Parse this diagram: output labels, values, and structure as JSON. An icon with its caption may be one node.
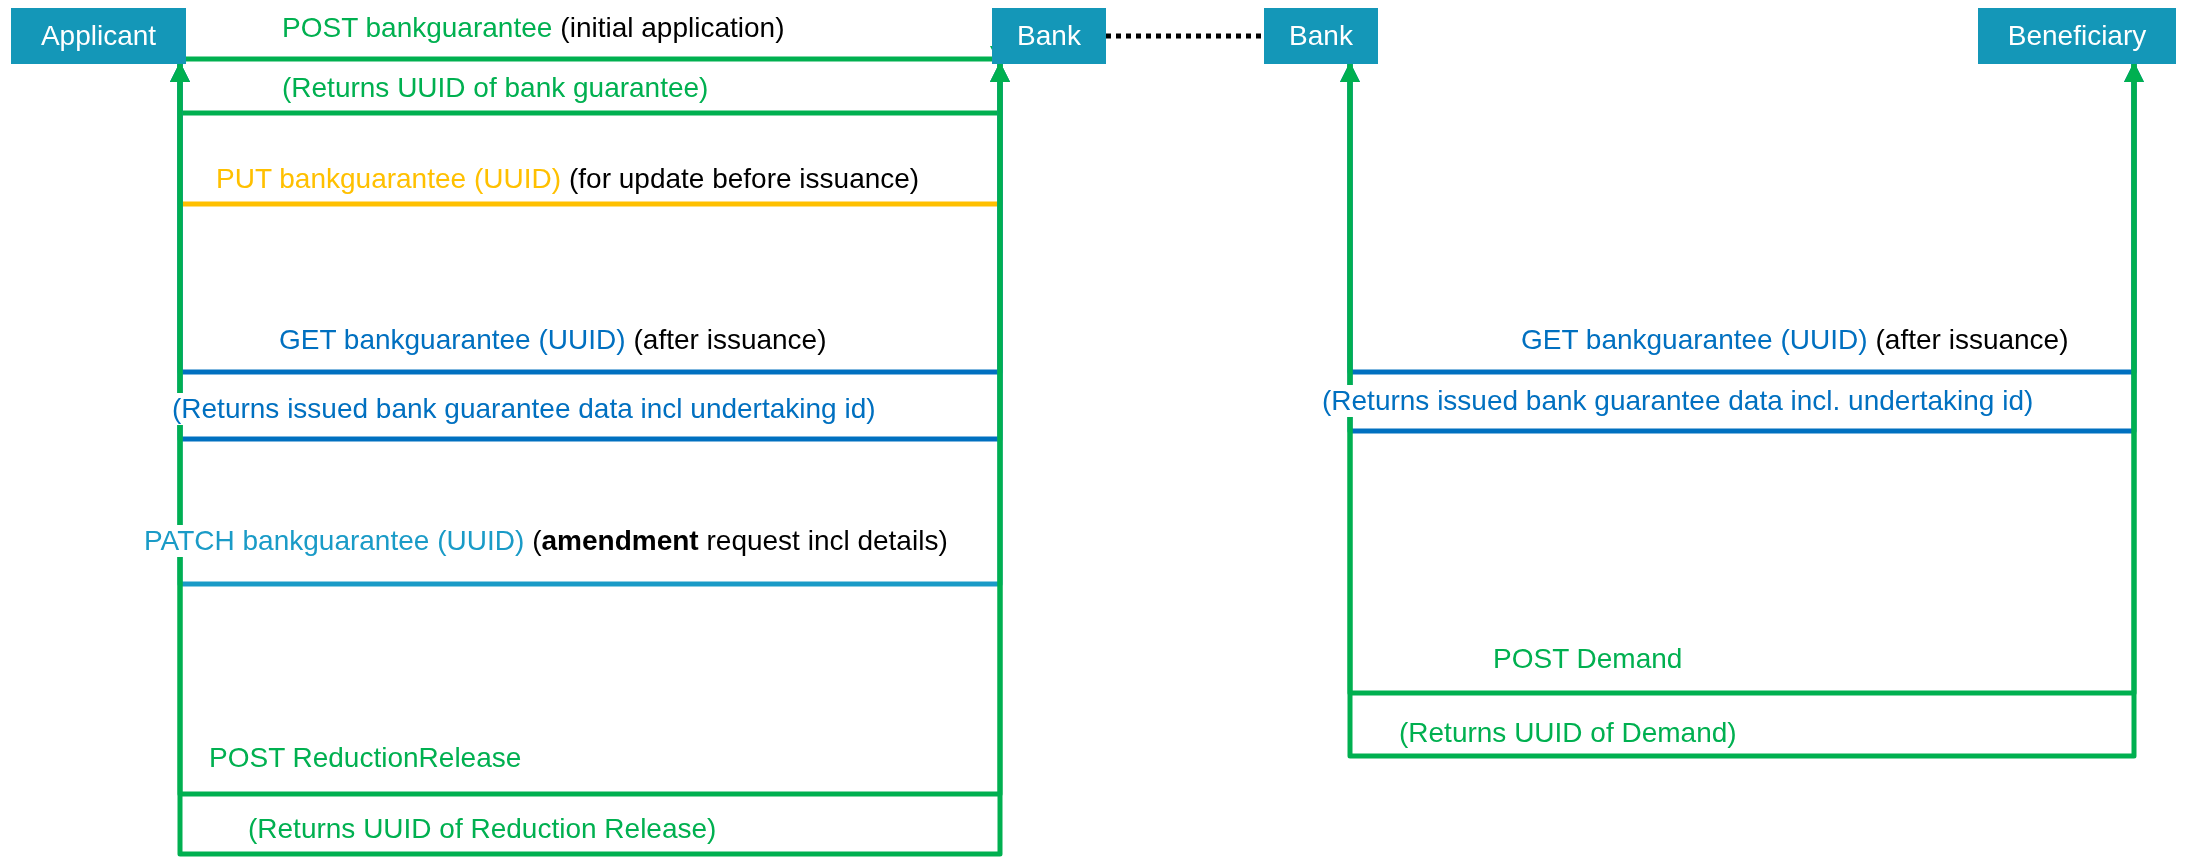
{
  "diagram": {
    "nodes": [
      {
        "text": [
          "Applicant"
        ]
      },
      {
        "text": [
          "Bank"
        ]
      },
      {
        "text": [
          "Bank"
        ]
      },
      {
        "text": [
          "Beneficiary"
        ]
      }
    ],
    "edges": [
      {
        "from": 1,
        "to": 2,
        "arrow": "none",
        "style": "dashed",
        "color": "#000000"
      },
      {
        "from": 0,
        "to": 1,
        "arrow": "to",
        "label": "POST bankguarantee",
        "color": "#00b050"
      },
      {
        "from": 1,
        "to": 0,
        "arrow": "to",
        "label": "(Returns UUID of bank guarantee)",
        "color": "#00b050"
      },
      {
        "from": 0,
        "to": 1,
        "arrow": "to",
        "label": "PUT bankguarantee (UUID)",
        "color": "#ffc000"
      },
      {
        "from": 0,
        "to": 1,
        "arrow": "to",
        "label": "GET bankguarantee (UUID)",
        "color": "#0070c0"
      },
      {
        "from": 1,
        "to": 0,
        "arrow": "to",
        "label": "(Returns issued bank guarantee data incl undertaking id)",
        "color": "#0070c0"
      },
      {
        "from": 3,
        "to": 2,
        "arrow": "to",
        "label": "GET bankguarantee (UUID)",
        "color": "#0070c0"
      },
      {
        "from": 2,
        "to": 3,
        "arrow": "to",
        "label": "(Returns issued bank guarantee data incl. undertaking id)",
        "color": "#0070c0"
      },
      {
        "from": 0,
        "to": 1,
        "arrow": "to",
        "label": "PATCH bankguarantee (UUID)",
        "color": "#1a9bc7"
      },
      {
        "from": 3,
        "to": 2,
        "arrow": "to",
        "label": "POST Demand",
        "color": "#00b050"
      },
      {
        "from": 2,
        "to": 3,
        "arrow": "to",
        "label": "(Returns UUID of Demand)",
        "color": "#00b050"
      },
      {
        "from": 0,
        "to": 1,
        "arrow": "to",
        "label": "POST ReductionRelease",
        "color": "#00b050"
      },
      {
        "from": 1,
        "to": 0,
        "arrow": "to",
        "label": "(Returns UUID of Reduction Release)",
        "color": "#00b050"
      }
    ],
    "labels": [
      "(initial application)",
      "(for update before issuance)",
      "(after issuance)",
      "(after issuance)",
      "(**amendment** request incl details)"
    ]
  }
}
